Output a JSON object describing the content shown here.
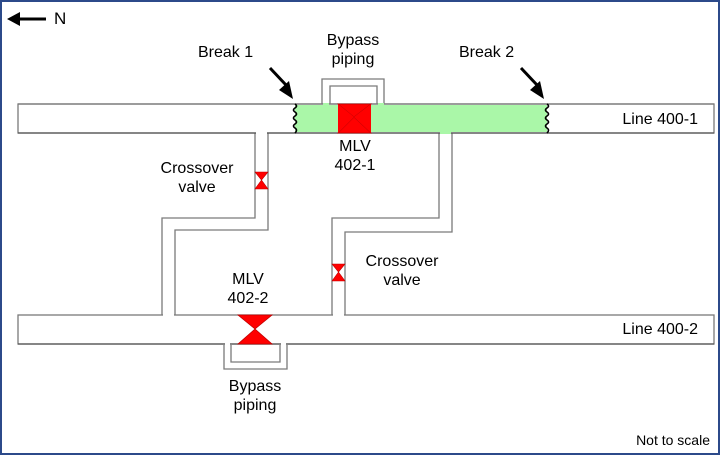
{
  "diagram": {
    "title": "Pipeline break and valve schematic",
    "north_indicator": {
      "label": "N",
      "icon": "arrow-left-icon"
    },
    "lines": [
      {
        "id": "line-400-1",
        "label": "Line 400-1"
      },
      {
        "id": "line-400-2",
        "label": "Line 400-2"
      }
    ],
    "breaks": [
      {
        "label": "Break 1"
      },
      {
        "label": "Break 2"
      }
    ],
    "valves": {
      "mlv_402_1": {
        "line1": "MLV",
        "line2": "402-1"
      },
      "mlv_402_2": {
        "line1": "MLV",
        "line2": "402-2"
      },
      "crossover_1": {
        "line1": "Crossover",
        "line2": "valve"
      },
      "crossover_2": {
        "line1": "Crossover",
        "line2": "valve"
      }
    },
    "bypass": [
      {
        "line1": "Bypass",
        "line2": "piping"
      },
      {
        "line1": "Bypass",
        "line2": "piping"
      }
    ],
    "note": "Not to scale",
    "colors": {
      "isolated_section": "#aaf7a8",
      "valve": "#ff0000",
      "pipe_outline": "#7a7a7a",
      "frame_border": "#2c4a8a"
    }
  }
}
